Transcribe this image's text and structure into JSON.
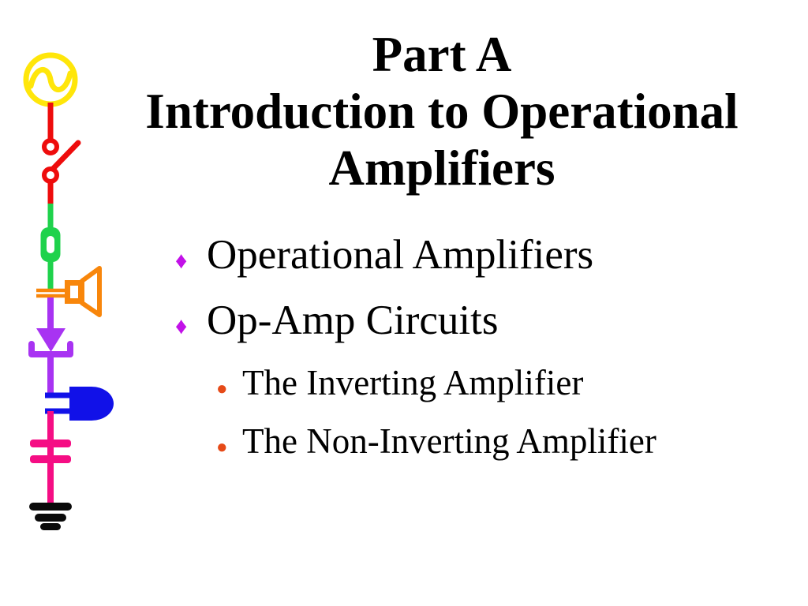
{
  "slide": {
    "title_lines": [
      "Part A",
      "Introduction to Operational",
      "Amplifiers"
    ],
    "bullets": [
      {
        "level": 1,
        "glyph": "♦",
        "label": "Operational Amplifiers"
      },
      {
        "level": 1,
        "glyph": "♦",
        "label": "Op-Amp Circuits"
      },
      {
        "level": 2,
        "glyph": "●",
        "label": "The Inverting Amplifier"
      },
      {
        "level": 2,
        "glyph": "●",
        "label": "The Non-Inverting Amplifier"
      }
    ]
  },
  "circuit": {
    "components": [
      "ac-source-icon",
      "open-switch-icon",
      "resistor-icon",
      "speaker-icon",
      "diode-icon",
      "led-icon",
      "capacitor-icon",
      "ground-icon"
    ]
  },
  "colors": {
    "text_black": "#000000",
    "bullet_diamond": "#C211E8",
    "bullet_dot": "#E64A18",
    "source_yellow": "#FFE60A",
    "wire_red": "#EE0C0C",
    "wire_green": "#1FD24C",
    "speaker_orange": "#F8860B",
    "wire_violet": "#A833F2",
    "led_blue": "#1111E8",
    "wire_pink": "#F50D84",
    "ground_black": "#0A0A0A"
  }
}
